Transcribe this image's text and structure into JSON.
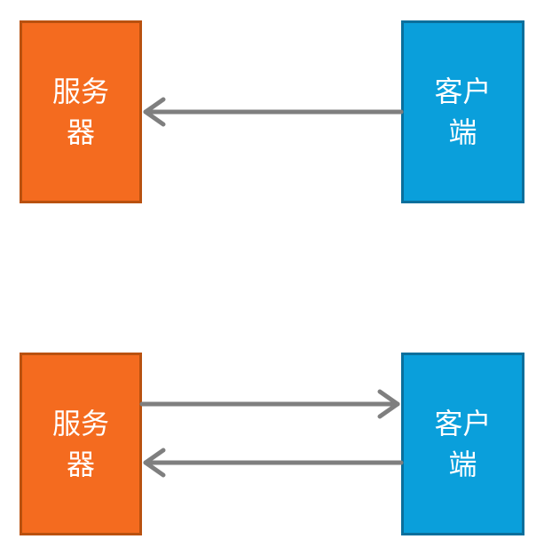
{
  "diagram_top": {
    "server_label": "服务器",
    "client_label": "客户端",
    "arrows": [
      {
        "direction": "client-to-server"
      }
    ]
  },
  "diagram_bottom": {
    "server_label": "服务器",
    "client_label": "客户端",
    "arrows": [
      {
        "direction": "server-to-client"
      },
      {
        "direction": "client-to-server"
      }
    ]
  },
  "colors": {
    "server_fill": "#f46b1f",
    "server_border": "#b9510f",
    "client_fill": "#0a9fdb",
    "client_border": "#0a6f9c",
    "arrow": "#7f7f7f",
    "text": "#ffffff"
  }
}
